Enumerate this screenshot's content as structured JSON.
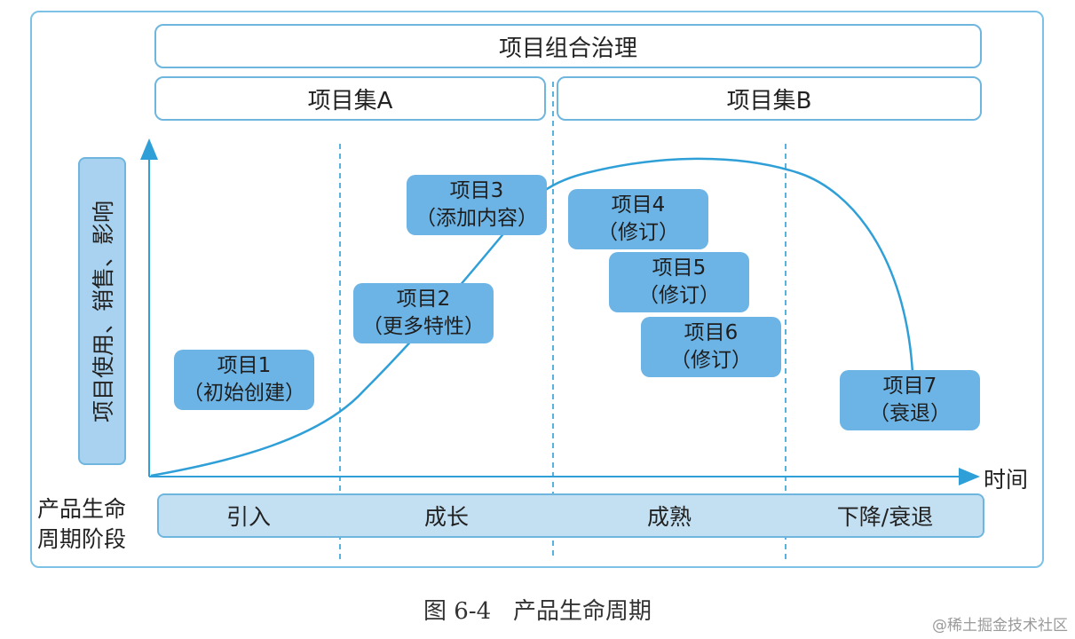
{
  "portfolio": {
    "title": "项目组合治理"
  },
  "programs": [
    {
      "label": "项目集A"
    },
    {
      "label": "项目集B"
    }
  ],
  "y_axis": {
    "label": "项目使用、销售、影响"
  },
  "x_axis": {
    "label": "时间"
  },
  "lifecycle_label": {
    "line1": "产品生命",
    "line2": "周期阶段"
  },
  "stages": [
    {
      "label": "引入"
    },
    {
      "label": "成长"
    },
    {
      "label": "成熟"
    },
    {
      "label": "下降/衰退"
    }
  ],
  "projects": [
    {
      "name": "项目1",
      "desc": "（初始创建）"
    },
    {
      "name": "项目2",
      "desc": "（更多特性）"
    },
    {
      "name": "项目3",
      "desc": "（添加内容）"
    },
    {
      "name": "项目4",
      "desc": "（修订）"
    },
    {
      "name": "项目5",
      "desc": "（修订）"
    },
    {
      "name": "项目6",
      "desc": "（修订）"
    },
    {
      "name": "项目7",
      "desc": "（衰退）"
    }
  ],
  "caption": {
    "figure_no": "图 6-4",
    "title": "产品生命周期"
  },
  "watermark": "@稀土掘金技术社区",
  "colors": {
    "frame": "#7cc2e6",
    "project_fill": "#6db4e6",
    "stage_fill": "#c3e0f2",
    "curve": "#2f9fd8"
  }
}
